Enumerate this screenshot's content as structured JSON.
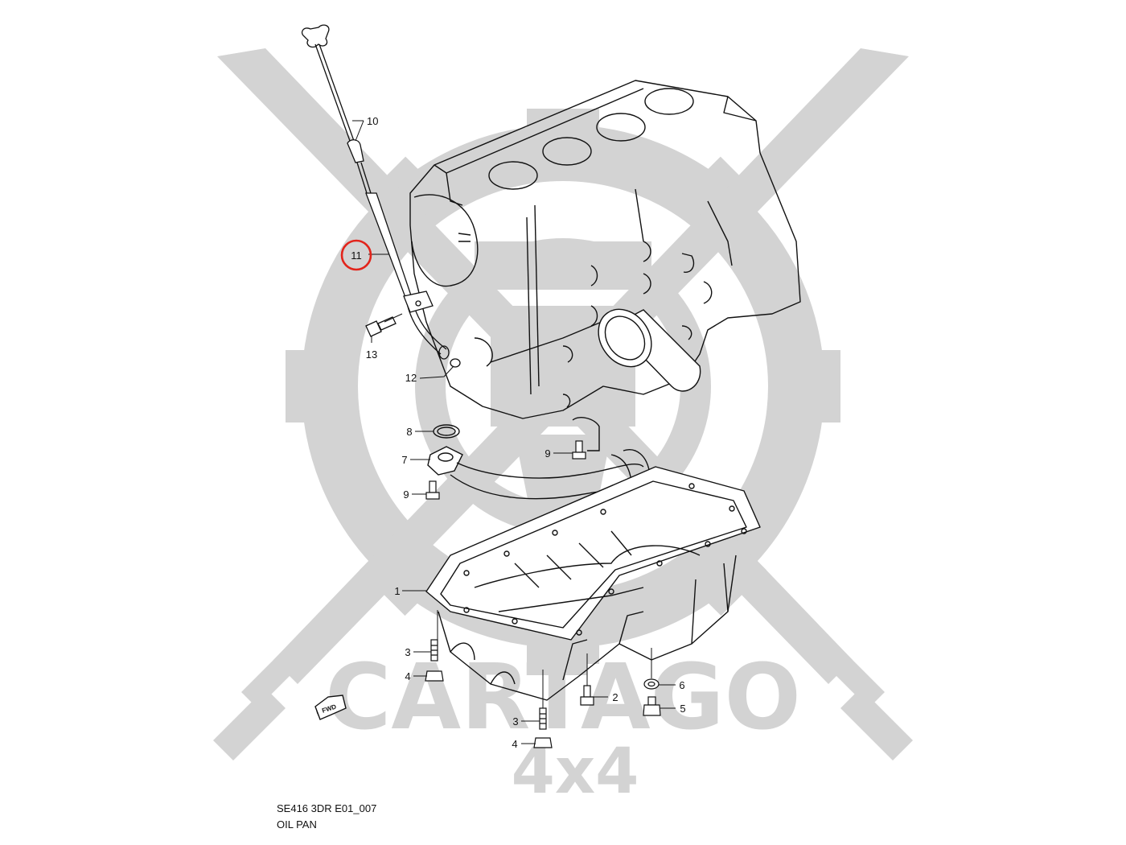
{
  "watermark": {
    "brand": "CARTAGO",
    "sub": "4x4",
    "color": "#d3d3d3"
  },
  "diagram": {
    "ref_code": "SE416 3DR E01_007",
    "title": "OIL PAN",
    "fwd_label": "FWD",
    "highlight_color": "#e2241b",
    "highlighted_part": "11",
    "callouts": {
      "c10": "10",
      "c11": "11",
      "c13": "13",
      "c12": "12",
      "c8": "8",
      "c7": "7",
      "c9a": "9",
      "c9b": "9",
      "c1": "1",
      "c3a": "3",
      "c4a": "4",
      "c2": "2",
      "c6": "6",
      "c5": "5",
      "c3b": "3",
      "c4b": "4"
    }
  }
}
